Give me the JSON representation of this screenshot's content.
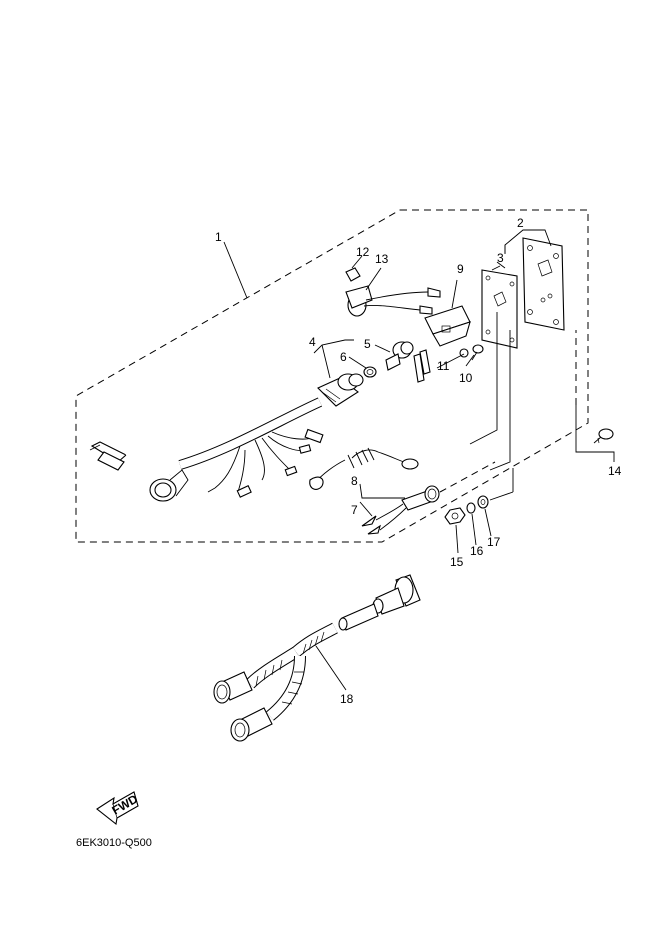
{
  "diagram": {
    "callouts": [
      {
        "id": "c1",
        "text": "1"
      },
      {
        "id": "c2",
        "text": "2"
      },
      {
        "id": "c3",
        "text": "3"
      },
      {
        "id": "c4",
        "text": "4"
      },
      {
        "id": "c5",
        "text": "5"
      },
      {
        "id": "c6",
        "text": "6"
      },
      {
        "id": "c7",
        "text": "7"
      },
      {
        "id": "c8",
        "text": "8"
      },
      {
        "id": "c9",
        "text": "9"
      },
      {
        "id": "c10",
        "text": "10"
      },
      {
        "id": "c11",
        "text": "11"
      },
      {
        "id": "c12",
        "text": "12"
      },
      {
        "id": "c13",
        "text": "13"
      },
      {
        "id": "c14",
        "text": "14"
      },
      {
        "id": "c15",
        "text": "15"
      },
      {
        "id": "c16",
        "text": "16"
      },
      {
        "id": "c17",
        "text": "17"
      },
      {
        "id": "c18",
        "text": "18"
      }
    ],
    "fwd_label": "FWD",
    "drawing_code": "6EK3010-Q500"
  }
}
